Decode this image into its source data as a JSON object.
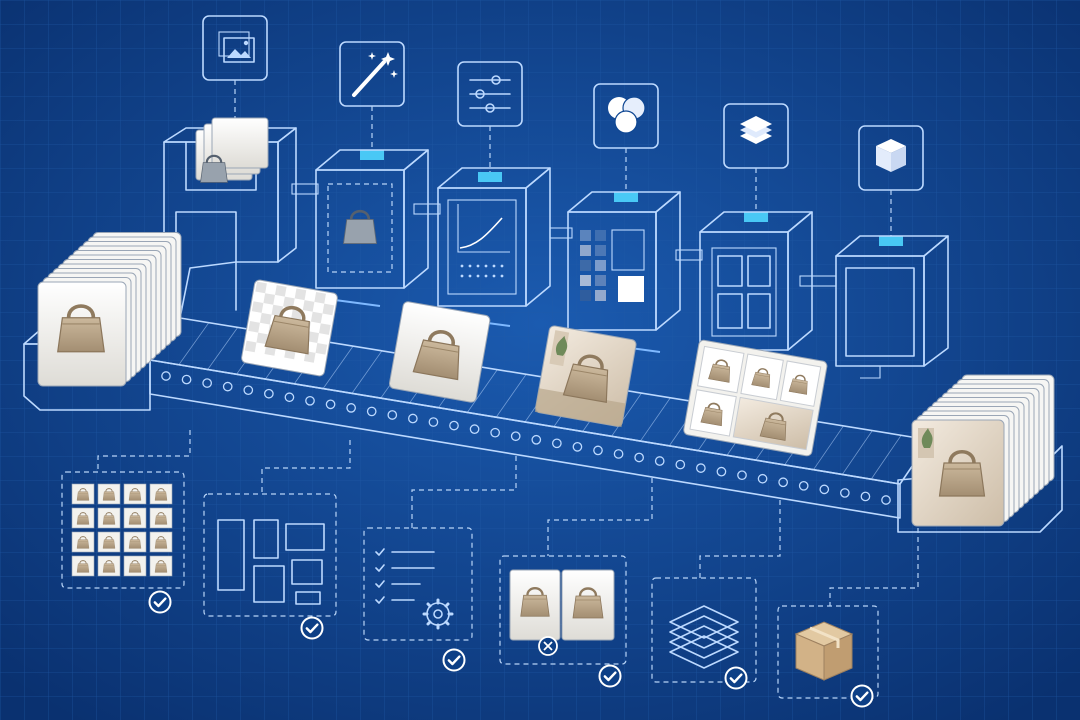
{
  "scene": {
    "theme": "blueprint",
    "colors": {
      "background": "#0d3f86",
      "grid": "#2a67b6",
      "line": "#bcd9ff",
      "accent_glow": "#4fd6ff",
      "card": "#f2f2f0",
      "bag": "#b9a58a",
      "check": "#ffffff"
    }
  },
  "stages": [
    {
      "icon": "image-gallery-icon",
      "machine": "intake-hopper"
    },
    {
      "icon": "magic-wand-icon",
      "machine": "background-removal-unit"
    },
    {
      "icon": "sliders-icon",
      "machine": "color-curve-unit"
    },
    {
      "icon": "color-circles-icon",
      "machine": "color-grid-unit"
    },
    {
      "icon": "layers-icon",
      "machine": "layout-unit"
    },
    {
      "icon": "package-box-icon",
      "machine": "output-unit"
    }
  ],
  "conveyor_items": [
    {
      "kind": "input-stack",
      "icon": "handbag-icon"
    },
    {
      "kind": "transparent-cutout",
      "icon": "handbag-icon"
    },
    {
      "kind": "white-background",
      "icon": "handbag-icon"
    },
    {
      "kind": "lifestyle-scene",
      "icon": "handbag-icon"
    },
    {
      "kind": "multi-variant-grid",
      "icon": "handbag-icon"
    },
    {
      "kind": "output-stack",
      "icon": "handbag-icon"
    }
  ],
  "checkpoints": [
    {
      "icon": "thumbnail-grid-icon",
      "status": "check-icon"
    },
    {
      "icon": "layout-blocks-icon",
      "status": "check-icon"
    },
    {
      "icon": "checklist-gear-icon",
      "status": "check-icon"
    },
    {
      "icon": "compare-bags-icon",
      "status": "check-icon"
    },
    {
      "icon": "layers-stack-icon",
      "status": "check-icon"
    },
    {
      "icon": "cardboard-box-icon",
      "status": "check-icon"
    }
  ]
}
